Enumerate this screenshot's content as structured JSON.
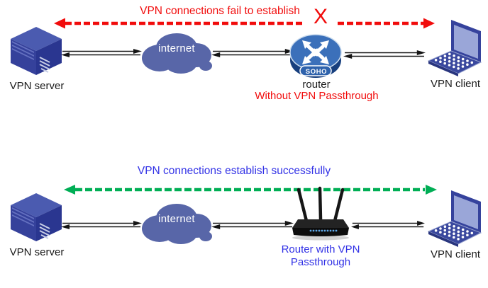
{
  "palette": {
    "fail_red": "#F10C0C",
    "success_green": "#00AE55",
    "info_blue": "#3232E6",
    "cloud_blue": "#5866A8",
    "device_navy": "#35419B",
    "link_black": "#151515"
  },
  "icons": {
    "server": "isometric-server-box",
    "cloud": "internet-cloud",
    "soho_router": "cylinder-crossed-arrows-router",
    "wireless_router": "three-antenna-black-router",
    "laptop": "isometric-laptop",
    "link": "double-line-bidirectional-arrow",
    "fail_link": "red-dashed-bidirectional-arrow",
    "success_link": "green-dashed-bidirectional-arrow"
  },
  "top": {
    "title": "VPN connections fail to establish",
    "x_mark": "X",
    "server_label": "VPN server",
    "internet_label": "internet",
    "router_label": "router",
    "router_note": "Without VPN Passthrough",
    "router_badge": "SOHO",
    "client_label": "VPN client"
  },
  "bottom": {
    "title": "VPN connections establish successfully",
    "server_label": "VPN server",
    "internet_label": "internet",
    "router_label": "Router with VPN Passthrough",
    "client_label": "VPN client"
  }
}
